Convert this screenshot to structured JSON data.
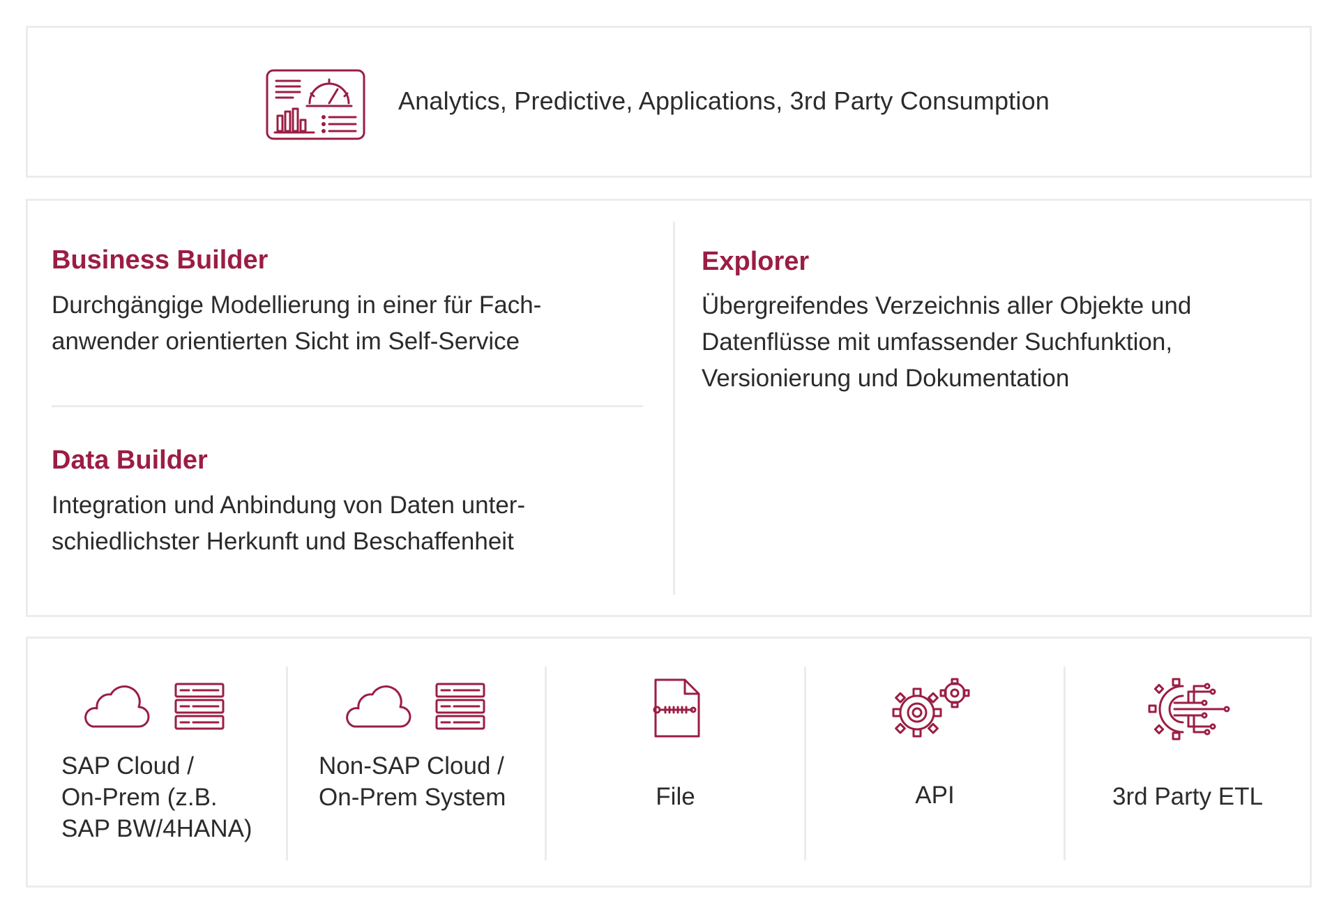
{
  "colors": {
    "accent": "#9b1d44",
    "text": "#2b2b2b",
    "border": "#ececec"
  },
  "consumption": {
    "icon": "analytics-dashboard-icon",
    "label": "Analytics, Predictive, Applications, 3rd Party Consumption"
  },
  "business_builder": {
    "title": "Business Builder",
    "description_lines": [
      "Durchgängige Modellierung in einer für Fach-",
      "anwender orientierten Sicht im Self-Service"
    ]
  },
  "data_builder": {
    "title": "Data Builder",
    "description_lines": [
      "Integration und Anbindung von Daten unter-",
      "schiedlichster Herkunft und Beschaffenheit"
    ]
  },
  "explorer": {
    "title": "Explorer",
    "description_lines": [
      "Übergreifendes Verzeichnis aller Objekte und",
      "Datenflüsse mit umfassender Suchfunktion,",
      "Versionierung und Dokumentation"
    ]
  },
  "sources": [
    {
      "icons": [
        "cloud-icon",
        "server-icon"
      ],
      "label_lines": [
        "SAP Cloud /",
        "On-Prem (z.B.",
        "SAP BW/4HANA)"
      ]
    },
    {
      "icons": [
        "cloud-icon",
        "server-icon"
      ],
      "label_lines": [
        "Non-SAP Cloud /",
        "On-Prem System"
      ]
    },
    {
      "icons": [
        "file-icon"
      ],
      "label_lines": [
        "File"
      ]
    },
    {
      "icons": [
        "gears-icon"
      ],
      "label_lines": [
        "API"
      ]
    },
    {
      "icons": [
        "etl-gear-circuit-icon"
      ],
      "label_lines": [
        "3rd Party ETL"
      ]
    }
  ]
}
